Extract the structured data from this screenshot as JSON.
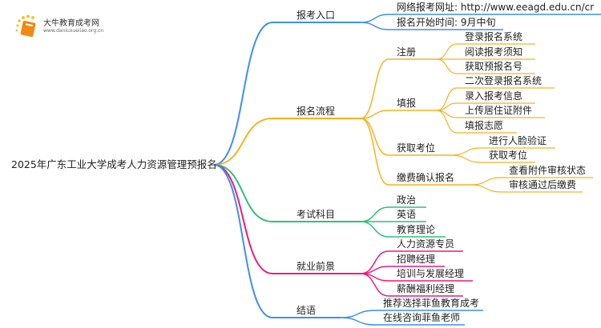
{
  "logo": {
    "title": "大牛教育成考网",
    "url": "www.daniuxueiiao.org.cn"
  },
  "root": "2025年广东工业大学成考人力资源管理预报名",
  "colors": {
    "blue": "#3b8ff0",
    "orange": "#f7b21f",
    "green": "#2fbf7d",
    "magenta": "#f0197a"
  },
  "branches": [
    {
      "label": "报考入口",
      "children": [
        {
          "label": "网络报考网址: http://www.eeagd.edu.cn/cr"
        },
        {
          "label": "报名开始时间: 9月中旬"
        }
      ]
    },
    {
      "label": "报名流程",
      "children": [
        {
          "label": "注册",
          "children": [
            "登录报名系统",
            "阅读报考须知",
            "获取预报名号"
          ]
        },
        {
          "label": "填报",
          "children": [
            "二次登录报名系统",
            "录入报考信息",
            "上传居住证附件",
            "填报志愿"
          ]
        },
        {
          "label": "获取考位",
          "children": [
            "进行人脸验证",
            "获取考位"
          ]
        },
        {
          "label": "缴费确认报名",
          "children": [
            "查看附件审核状态",
            "审核通过后缴费"
          ]
        }
      ]
    },
    {
      "label": "考试科目",
      "children": [
        {
          "label": "政治"
        },
        {
          "label": "英语"
        },
        {
          "label": "教育理论"
        }
      ]
    },
    {
      "label": "就业前景",
      "children": [
        {
          "label": "人力资源专员"
        },
        {
          "label": "招聘经理"
        },
        {
          "label": "培训与发展经理"
        },
        {
          "label": "薪酬福利经理"
        }
      ]
    },
    {
      "label": "结语",
      "children": [
        {
          "label": "推荐选择菲鱼教育成考"
        },
        {
          "label": "在线咨询菲鱼老师"
        }
      ]
    }
  ]
}
